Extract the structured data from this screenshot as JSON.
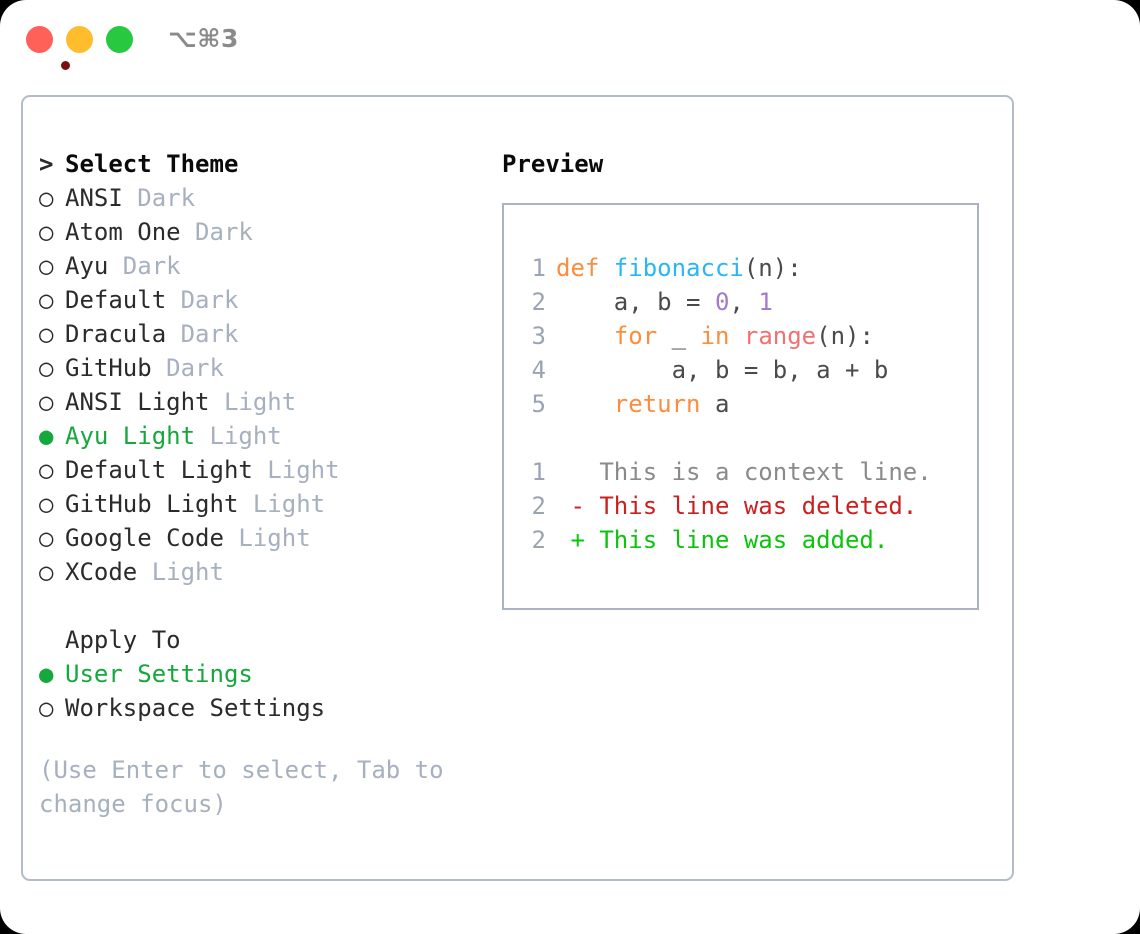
{
  "titlebar": {
    "shortcut": "⌥⌘3",
    "buttons": [
      "close-button",
      "minimize-button",
      "maximize-button"
    ],
    "colors": {
      "red": "#ff6058",
      "yellow": "#ffbd2e",
      "green": "#28c840"
    }
  },
  "theme_picker": {
    "heading_marker": ">",
    "heading": "Select Theme",
    "items": [
      {
        "marker": "○",
        "name": "ANSI",
        "variant": "Dark",
        "selected": false
      },
      {
        "marker": "○",
        "name": "Atom One",
        "variant": "Dark",
        "selected": false
      },
      {
        "marker": "○",
        "name": "Ayu",
        "variant": "Dark",
        "selected": false
      },
      {
        "marker": "○",
        "name": "Default",
        "variant": "Dark",
        "selected": false
      },
      {
        "marker": "○",
        "name": "Dracula",
        "variant": "Dark",
        "selected": false
      },
      {
        "marker": "○",
        "name": "GitHub",
        "variant": "Dark",
        "selected": false
      },
      {
        "marker": "○",
        "name": "ANSI Light",
        "variant": "Light",
        "selected": false
      },
      {
        "marker": "●",
        "name": "Ayu Light",
        "variant": "Light",
        "selected": true
      },
      {
        "marker": "○",
        "name": "Default Light",
        "variant": "Light",
        "selected": false
      },
      {
        "marker": "○",
        "name": "GitHub Light",
        "variant": "Light",
        "selected": false
      },
      {
        "marker": "○",
        "name": "Google Code",
        "variant": "Light",
        "selected": false
      },
      {
        "marker": "○",
        "name": "XCode",
        "variant": "Light",
        "selected": false
      }
    ]
  },
  "apply_to": {
    "heading": "Apply To",
    "options": [
      {
        "marker": "●",
        "label": "User Settings",
        "selected": true
      },
      {
        "marker": "○",
        "label": "Workspace Settings",
        "selected": false
      }
    ]
  },
  "hint": "(Use Enter to select, Tab to change focus)",
  "preview": {
    "title": "Preview",
    "code_lines": [
      {
        "n": "1",
        "tokens": [
          {
            "t": "def ",
            "c": "kw"
          },
          {
            "t": "fibonacci",
            "c": "fn"
          },
          {
            "t": "(n):",
            "c": "pl"
          }
        ]
      },
      {
        "n": "2",
        "tokens": [
          {
            "t": "    a, b = ",
            "c": "pl"
          },
          {
            "t": "0",
            "c": "num"
          },
          {
            "t": ", ",
            "c": "pl"
          },
          {
            "t": "1",
            "c": "num"
          }
        ]
      },
      {
        "n": "3",
        "tokens": [
          {
            "t": "    ",
            "c": "pl"
          },
          {
            "t": "for",
            "c": "kw"
          },
          {
            "t": " _ ",
            "c": "pl"
          },
          {
            "t": "in",
            "c": "kw"
          },
          {
            "t": " ",
            "c": "pl"
          },
          {
            "t": "range",
            "c": "bi"
          },
          {
            "t": "(n):",
            "c": "pl"
          }
        ]
      },
      {
        "n": "4",
        "tokens": [
          {
            "t": "        a, b = b, a + b",
            "c": "pl"
          }
        ]
      },
      {
        "n": "5",
        "tokens": [
          {
            "t": "    ",
            "c": "pl"
          },
          {
            "t": "return",
            "c": "kw"
          },
          {
            "t": " a",
            "c": "pl"
          }
        ]
      }
    ],
    "diff_lines": [
      {
        "n": "1",
        "sign": " ",
        "text": "This is a context line.",
        "kind": "ctx"
      },
      {
        "n": "2",
        "sign": "-",
        "text": "This line was deleted.",
        "kind": "del"
      },
      {
        "n": "2",
        "sign": "+",
        "text": "This line was added.",
        "kind": "add"
      }
    ],
    "colors": {
      "keyword": "#fa8d3e",
      "function": "#29b6f6",
      "number": "#a37acc",
      "builtin": "#f07171",
      "plain": "#4a4a4a",
      "line_number": "#9aa4b2",
      "context": "#8a8a8a",
      "deleted": "#cc2020",
      "added": "#0cc40c"
    }
  },
  "accent": {
    "selected_green": "#15a83c",
    "muted": "#a6b0bf",
    "border": "#b4bcc9"
  }
}
